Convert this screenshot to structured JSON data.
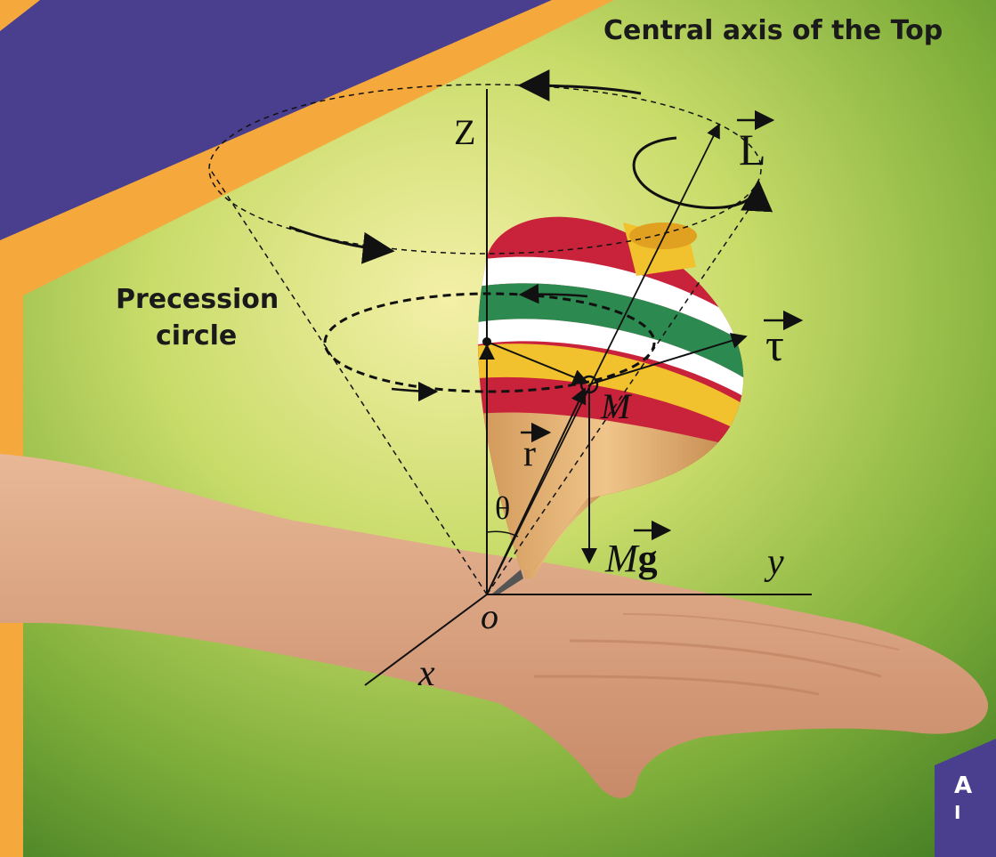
{
  "labels": {
    "central_axis": "Central axis of the Top",
    "precession_line1": "Precession",
    "precession_line2": "circle",
    "z_axis": "Z",
    "y_axis": "y",
    "x_axis": "x",
    "origin": "o",
    "angular_momentum": "L",
    "torque": "τ",
    "position_vector": "r",
    "angle": "θ",
    "mass_point": "M",
    "weight_M": "M",
    "weight_g": "g"
  },
  "corner_text": {
    "line1": "A",
    "line2": "I"
  },
  "colors": {
    "banner_purple": "#4a3f8f",
    "stripe_orange": "#f5a93c",
    "background_green": "#a8c84a",
    "top_red": "#c8233a",
    "top_green": "#2c8a50",
    "top_yellow": "#f2c12e",
    "top_wood": "#e0b073"
  }
}
